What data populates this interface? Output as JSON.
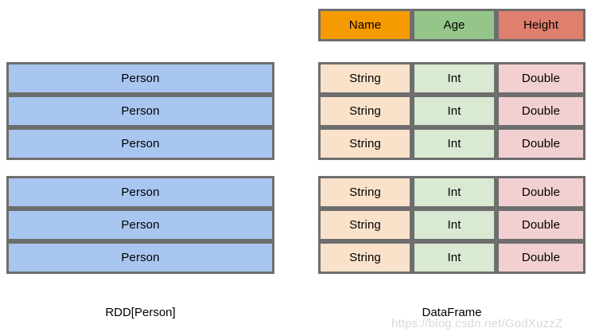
{
  "diagram": {
    "title_left": "RDD[Person]",
    "title_right": "DataFrame",
    "watermark": "https://blog.csdn.net/GodXuzzZ",
    "colors": {
      "border": "#6e6e6e",
      "rdd_cell": "#a8c6f0",
      "header_name": "#f59a00",
      "header_age": "#94c68a",
      "header_height": "#df7f6d",
      "cell_name": "#fae2ca",
      "cell_age": "#d9e9d2",
      "cell_height": "#f2d0d2",
      "background": "#ffffff",
      "watermark": "#d7d9dd"
    }
  },
  "rdd": {
    "label": "RDD[Person]",
    "partitions": [
      {
        "rows": [
          "Person",
          "Person",
          "Person"
        ]
      },
      {
        "rows": [
          "Person",
          "Person",
          "Person"
        ]
      }
    ]
  },
  "dataframe": {
    "label": "DataFrame",
    "headers": [
      "Name",
      "Age",
      "Height"
    ],
    "partitions": [
      {
        "rows": [
          [
            "String",
            "Int",
            "Double"
          ],
          [
            "String",
            "Int",
            "Double"
          ],
          [
            "String",
            "Int",
            "Double"
          ]
        ]
      },
      {
        "rows": [
          [
            "String",
            "Int",
            "Double"
          ],
          [
            "String",
            "Int",
            "Double"
          ],
          [
            "String",
            "Int",
            "Double"
          ]
        ]
      }
    ]
  }
}
